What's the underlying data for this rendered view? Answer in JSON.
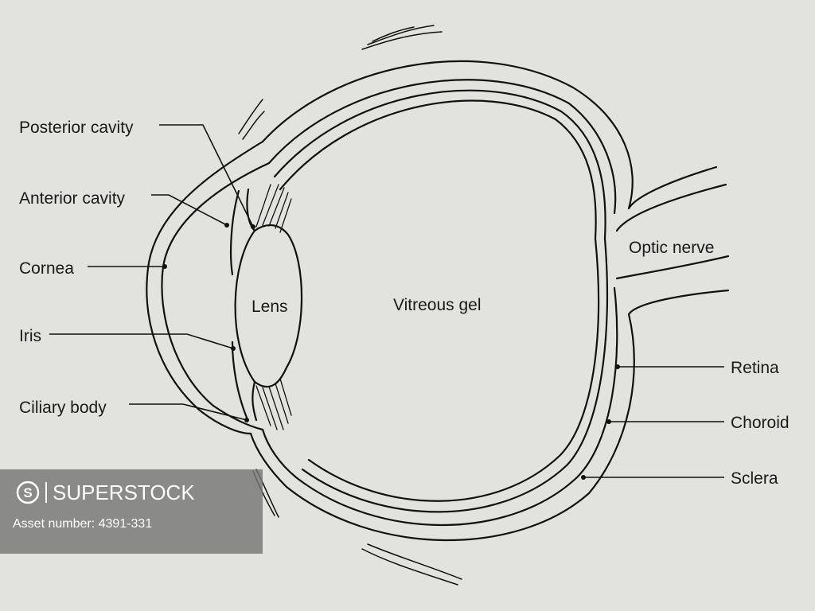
{
  "labels": {
    "posterior_cavity": "Posterior cavity",
    "anterior_cavity": "Anterior cavity",
    "cornea": "Cornea",
    "iris": "Iris",
    "ciliary_body": "Ciliary body",
    "lens": "Lens",
    "vitreous_gel": "Vitreous gel",
    "optic_nerve": "Optic nerve",
    "retina": "Retina",
    "choroid": "Choroid",
    "sclera": "Sclera"
  },
  "watermark": {
    "brand": "SUPERSTOCK",
    "asset_number": "Asset number: 4391-331"
  },
  "colors": {
    "background": "#e2e2df",
    "line": "#111111",
    "watermark_panel": "#767676"
  }
}
